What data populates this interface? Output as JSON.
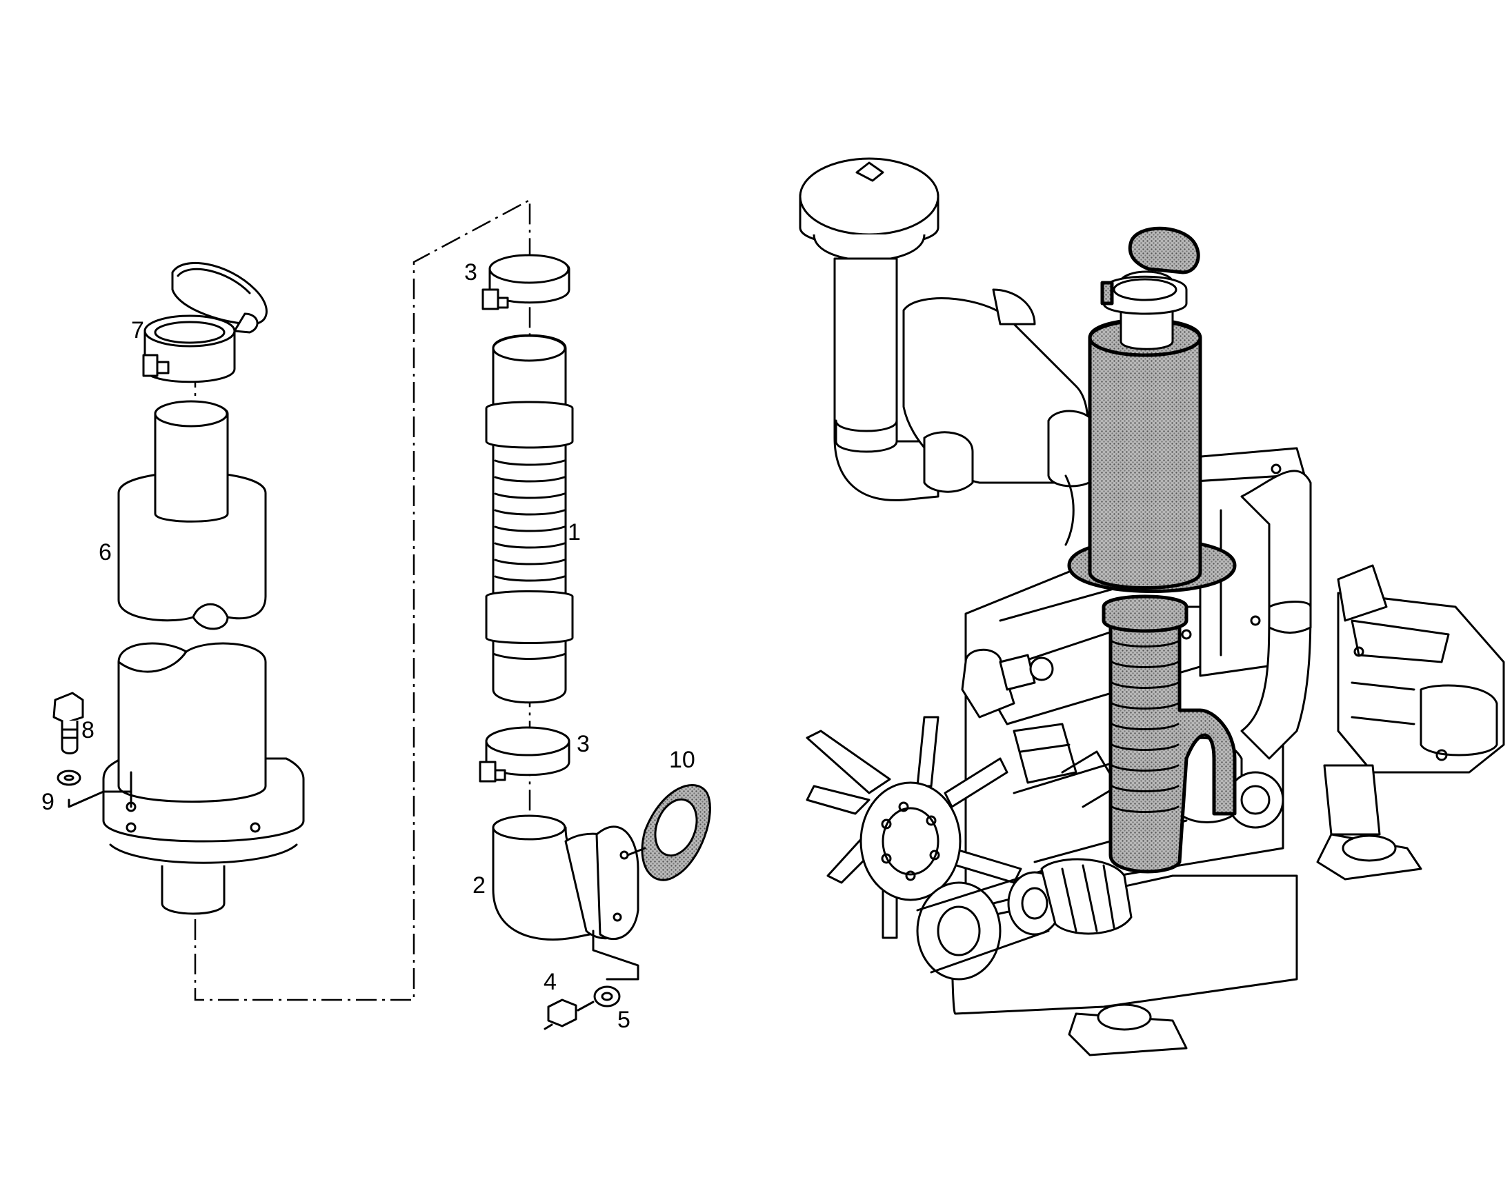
{
  "diagram": {
    "callouts": [
      {
        "id": "c1",
        "label": "1"
      },
      {
        "id": "c2",
        "label": "2"
      },
      {
        "id": "c3a",
        "label": "3"
      },
      {
        "id": "c3b",
        "label": "3"
      },
      {
        "id": "c4",
        "label": "4"
      },
      {
        "id": "c5",
        "label": "5"
      },
      {
        "id": "c6",
        "label": "6"
      },
      {
        "id": "c7",
        "label": "7"
      },
      {
        "id": "c8",
        "label": "8"
      },
      {
        "id": "c9",
        "label": "9"
      },
      {
        "id": "c10",
        "label": "10"
      }
    ],
    "colors": {
      "line": "#000000",
      "background": "#ffffff",
      "highlight": "#9a9a9a"
    }
  }
}
